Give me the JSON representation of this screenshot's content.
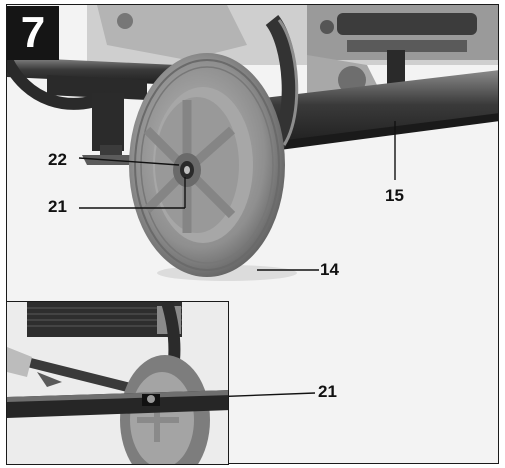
{
  "figure": {
    "number": "7",
    "callouts": {
      "axle_nut": "22",
      "axle_bolt": "21",
      "frame_bar": "15",
      "wheel": "14",
      "inset_bolt": "21"
    }
  }
}
